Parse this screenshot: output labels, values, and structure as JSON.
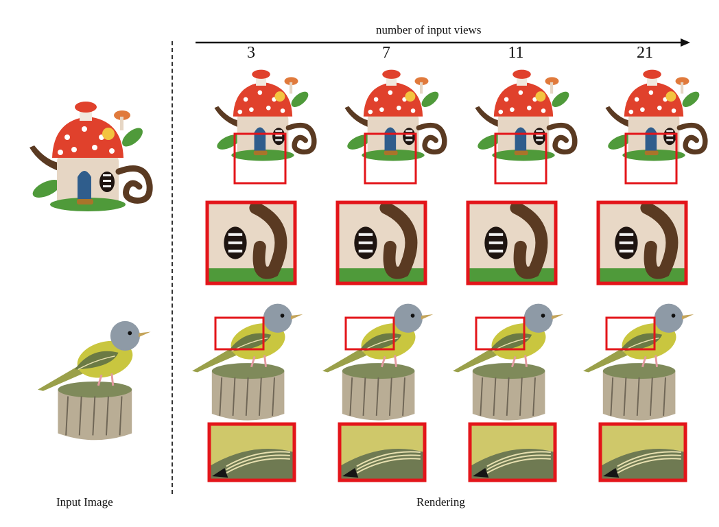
{
  "header": {
    "axis_title": "number of input views",
    "views": [
      "3",
      "7",
      "11",
      "21"
    ]
  },
  "footer": {
    "left_caption": "Input Image",
    "right_caption": "Rendering"
  },
  "colors": {
    "highlight_box": "#e3151a",
    "mushroom_cap": "#e0412c",
    "house_wall": "#e6d6c4",
    "spiral_handle": "#5a3a22",
    "leaf_green": "#4f9a3a",
    "bird_head": "#8e9aa6",
    "bird_body": "#c9c63f",
    "stump": "#b9ad95"
  },
  "figures": {
    "teapot_input": "mushroom-teapot-input-image",
    "bird_input": "bird-on-stump-input-image"
  }
}
